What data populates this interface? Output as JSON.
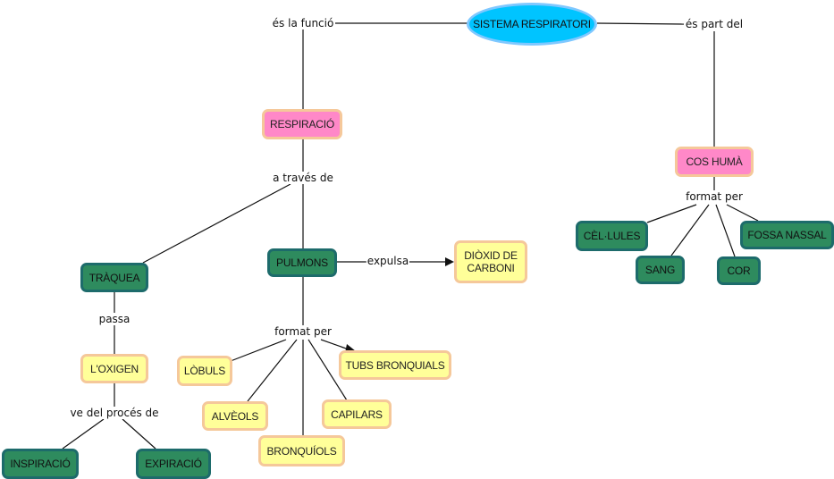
{
  "colors": {
    "root_fill": "#00c4ff",
    "pink_fill": "#ff88c8",
    "yellow_fill": "#ffff99",
    "green_fill": "#2e8b5e",
    "border_orange": "#f5c89a",
    "border_teal": "#1d6b6b"
  },
  "nodes": {
    "sistema": "SISTEMA RESPIRATORI",
    "respiracio": "RESPIRACIÓ",
    "cos_huma": "COS HUMÀ",
    "traquea": "TRÀQUEA",
    "pulmons": "PULMONS",
    "dioxid": "DIÒXID DE CARBONI",
    "oxigen": "L'OXIGEN",
    "inspiracio": "INSPIRACIÓ",
    "expiracio": "EXPIRACIÓ",
    "lobuls": "LÒBULS",
    "alveols": "ALVÈOLS",
    "bronquiols": "BRONQUÍOLS",
    "capilars": "CAPILARS",
    "tubs": "TUBS BRONQUIALS",
    "cellules": "CÈL·LULES",
    "sang": "SANG",
    "cor": "COR",
    "fossa": "FOSSA NASSAL"
  },
  "links": {
    "es_la_funcio": "és la funció",
    "es_part_del": "és part del",
    "a_traves_de": "a través de",
    "format_per_cos": "format per",
    "format_per_pulmons": "format per",
    "expulsa": "expulsa",
    "passa": "passa",
    "ve_del_proces_de": "ve del procés de"
  }
}
